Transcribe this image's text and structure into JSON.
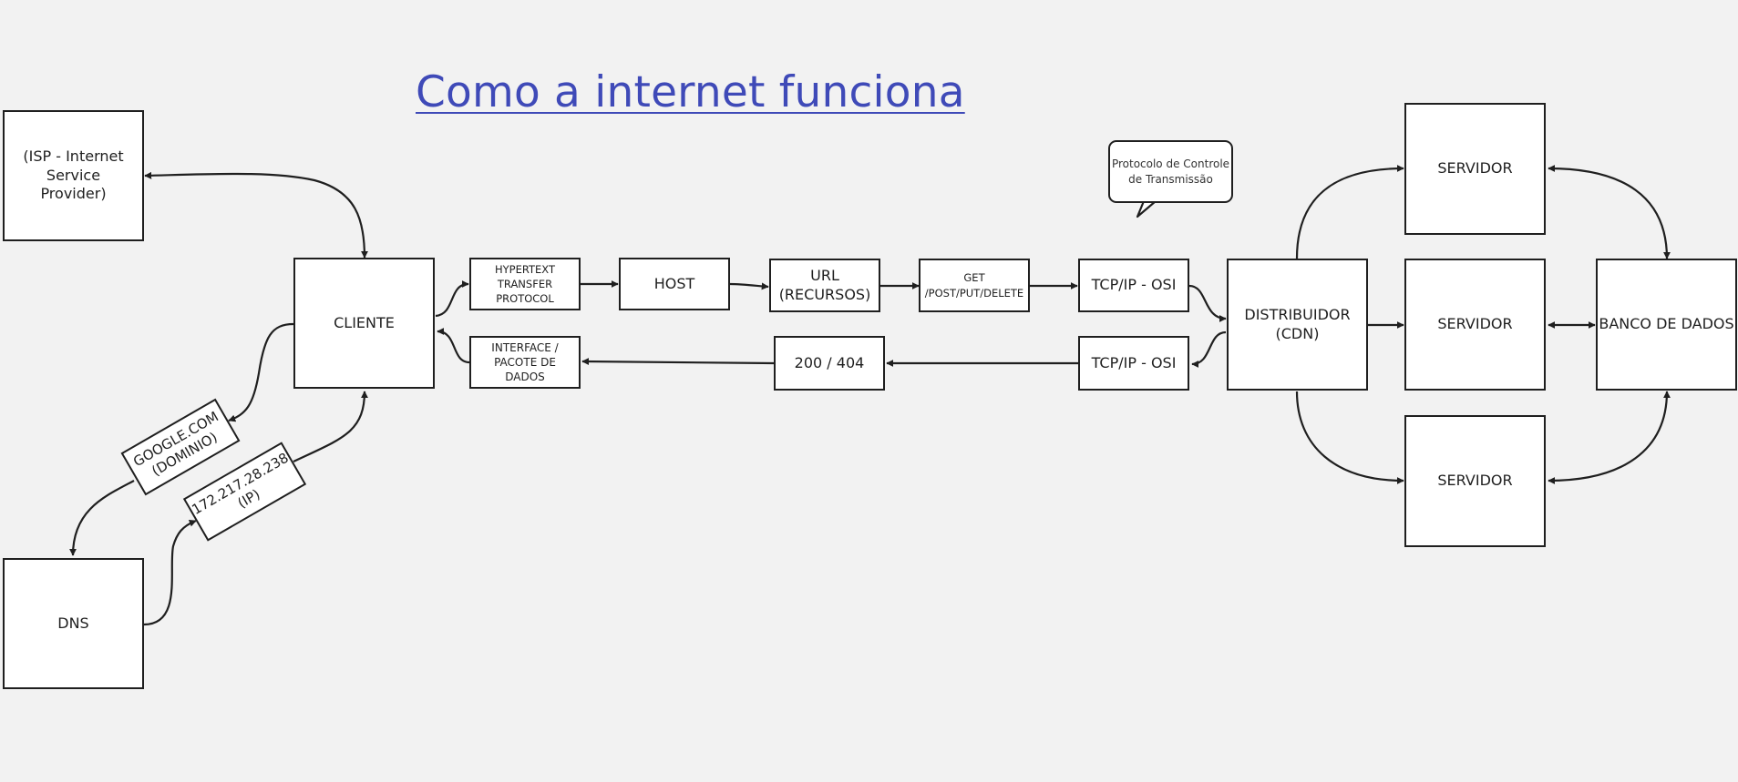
{
  "title": "Como a internet funciona",
  "colors": {
    "title": "#3f4ab8",
    "stroke": "#1f1f1f",
    "box_fill": "#ffffff",
    "background": "#f2f2f2"
  },
  "nodes": {
    "isp": "(ISP - Internet Service Provider)",
    "cliente": "CLIENTE",
    "dns": "DNS",
    "dominio": "GOOGLE.COM (DOMINIO)",
    "ip": "172.217.28.238 (IP)",
    "http": "HYPERTEXT TRANSFER PROTOCOL",
    "host": "HOST",
    "url": "URL (RECURSOS)",
    "methods": "GET /POST/PUT/DELETE",
    "tcp_top": "TCP/IP - OSI",
    "interface": "INTERFACE / PACOTE DE DADOS",
    "status": "200 / 404",
    "tcp_bottom": "TCP/IP - OSI",
    "cdn": "DISTRIBUIDOR (CDN)",
    "servidor_top": "SERVIDOR",
    "servidor_mid": "SERVIDOR",
    "servidor_bottom": "SERVIDOR",
    "banco": "BANCO DE DADOS"
  },
  "callout": "Protocolo de Controle de Transmissão"
}
